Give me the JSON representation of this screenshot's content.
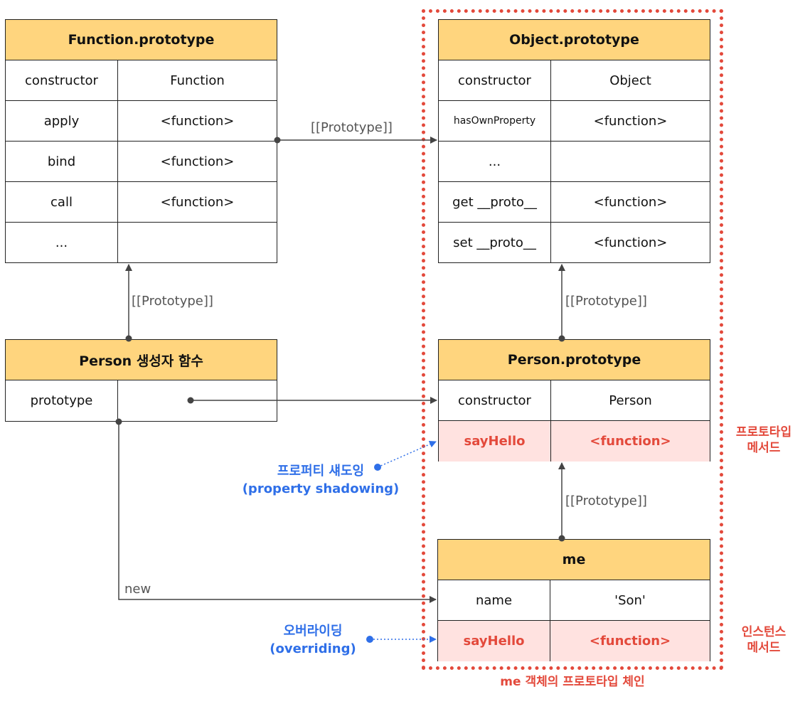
{
  "function_prototype": {
    "title": "Function.prototype",
    "rows": [
      {
        "key": "constructor",
        "value": "Function"
      },
      {
        "key": "apply",
        "value": "<function>"
      },
      {
        "key": "bind",
        "value": "<function>"
      },
      {
        "key": "call",
        "value": "<function>"
      },
      {
        "key": "...",
        "value": ""
      }
    ]
  },
  "object_prototype": {
    "title": "Object.prototype",
    "rows": [
      {
        "key": "constructor",
        "value": "Object"
      },
      {
        "key": "hasOwnProperty",
        "value": "<function>"
      },
      {
        "key": "...",
        "value": ""
      },
      {
        "key": "get __proto__",
        "value": "<function>"
      },
      {
        "key": "set __proto__",
        "value": "<function>"
      }
    ]
  },
  "person_constructor": {
    "title": "Person 생성자 함수",
    "rows": [
      {
        "key": "prototype",
        "value": ""
      }
    ]
  },
  "person_prototype": {
    "title": "Person.prototype",
    "rows": [
      {
        "key": "constructor",
        "value": "Person"
      },
      {
        "key": "sayHello",
        "value": "<function>"
      }
    ]
  },
  "me": {
    "title": "me",
    "rows": [
      {
        "key": "name",
        "value": "'Son'"
      },
      {
        "key": "sayHello",
        "value": "<function>"
      }
    ]
  },
  "labels": {
    "prototype_link": "[[Prototype]]",
    "new": "new"
  },
  "notes": {
    "shadowing_ko": "프로퍼티 섀도잉",
    "shadowing_en": "(property shadowing)",
    "overriding_ko": "오버라이딩",
    "overriding_en": "(overriding)",
    "proto_method_1": "프로토타입",
    "proto_method_2": "메서드",
    "instance_method_1": "인스턴스",
    "instance_method_2": "메서드",
    "chain_caption": "me 객체의 프로토타입 체인"
  },
  "colors": {
    "header": "#ffd57e",
    "highlight_row": "#ffe2e0",
    "red": "#e3493b",
    "blue": "#2f6fe8"
  }
}
